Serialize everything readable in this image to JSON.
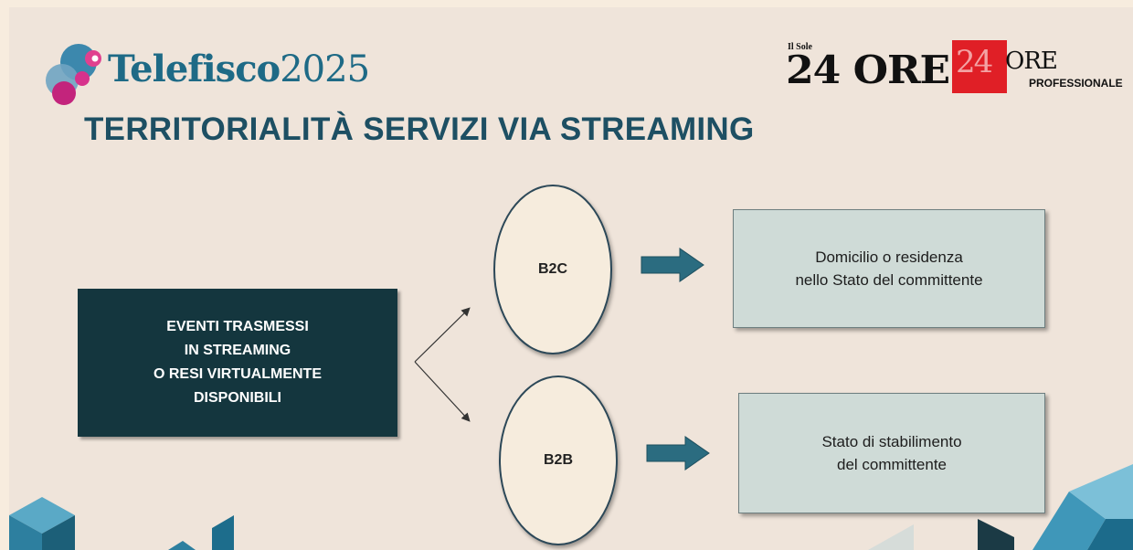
{
  "header": {
    "brand_word": "Telefisco",
    "brand_year": "2025",
    "sole_small": "Il Sole",
    "sole_big": "24 ORE",
    "pro_number": "24",
    "pro_ore": "ORE",
    "pro_sub": "PROFESSIONALE"
  },
  "slide_title": "TERRITORIALITÀ SERVIZI VIA STREAMING",
  "diagram": {
    "source_lines": [
      "EVENTI TRASMESSI",
      "IN STREAMING",
      "O RESI VIRTUALMENTE",
      "DISPONIBILI"
    ],
    "branch_b2c": "B2C",
    "branch_b2b": "B2B",
    "result_b2c_lines": [
      "Domicilio o residenza",
      "nello Stato del committente"
    ],
    "result_b2b_lines": [
      "Stato di stabilimento",
      "del committente"
    ]
  },
  "colors": {
    "background": "#efe4da",
    "source_box": "#14363e",
    "result_box": "#cfdbd7",
    "arrow": "#2b6c80",
    "title": "#1d4f63",
    "brand_teal": "#1e6a86",
    "brand_magenta": "#c3247c",
    "pro_red": "#e01f26"
  }
}
